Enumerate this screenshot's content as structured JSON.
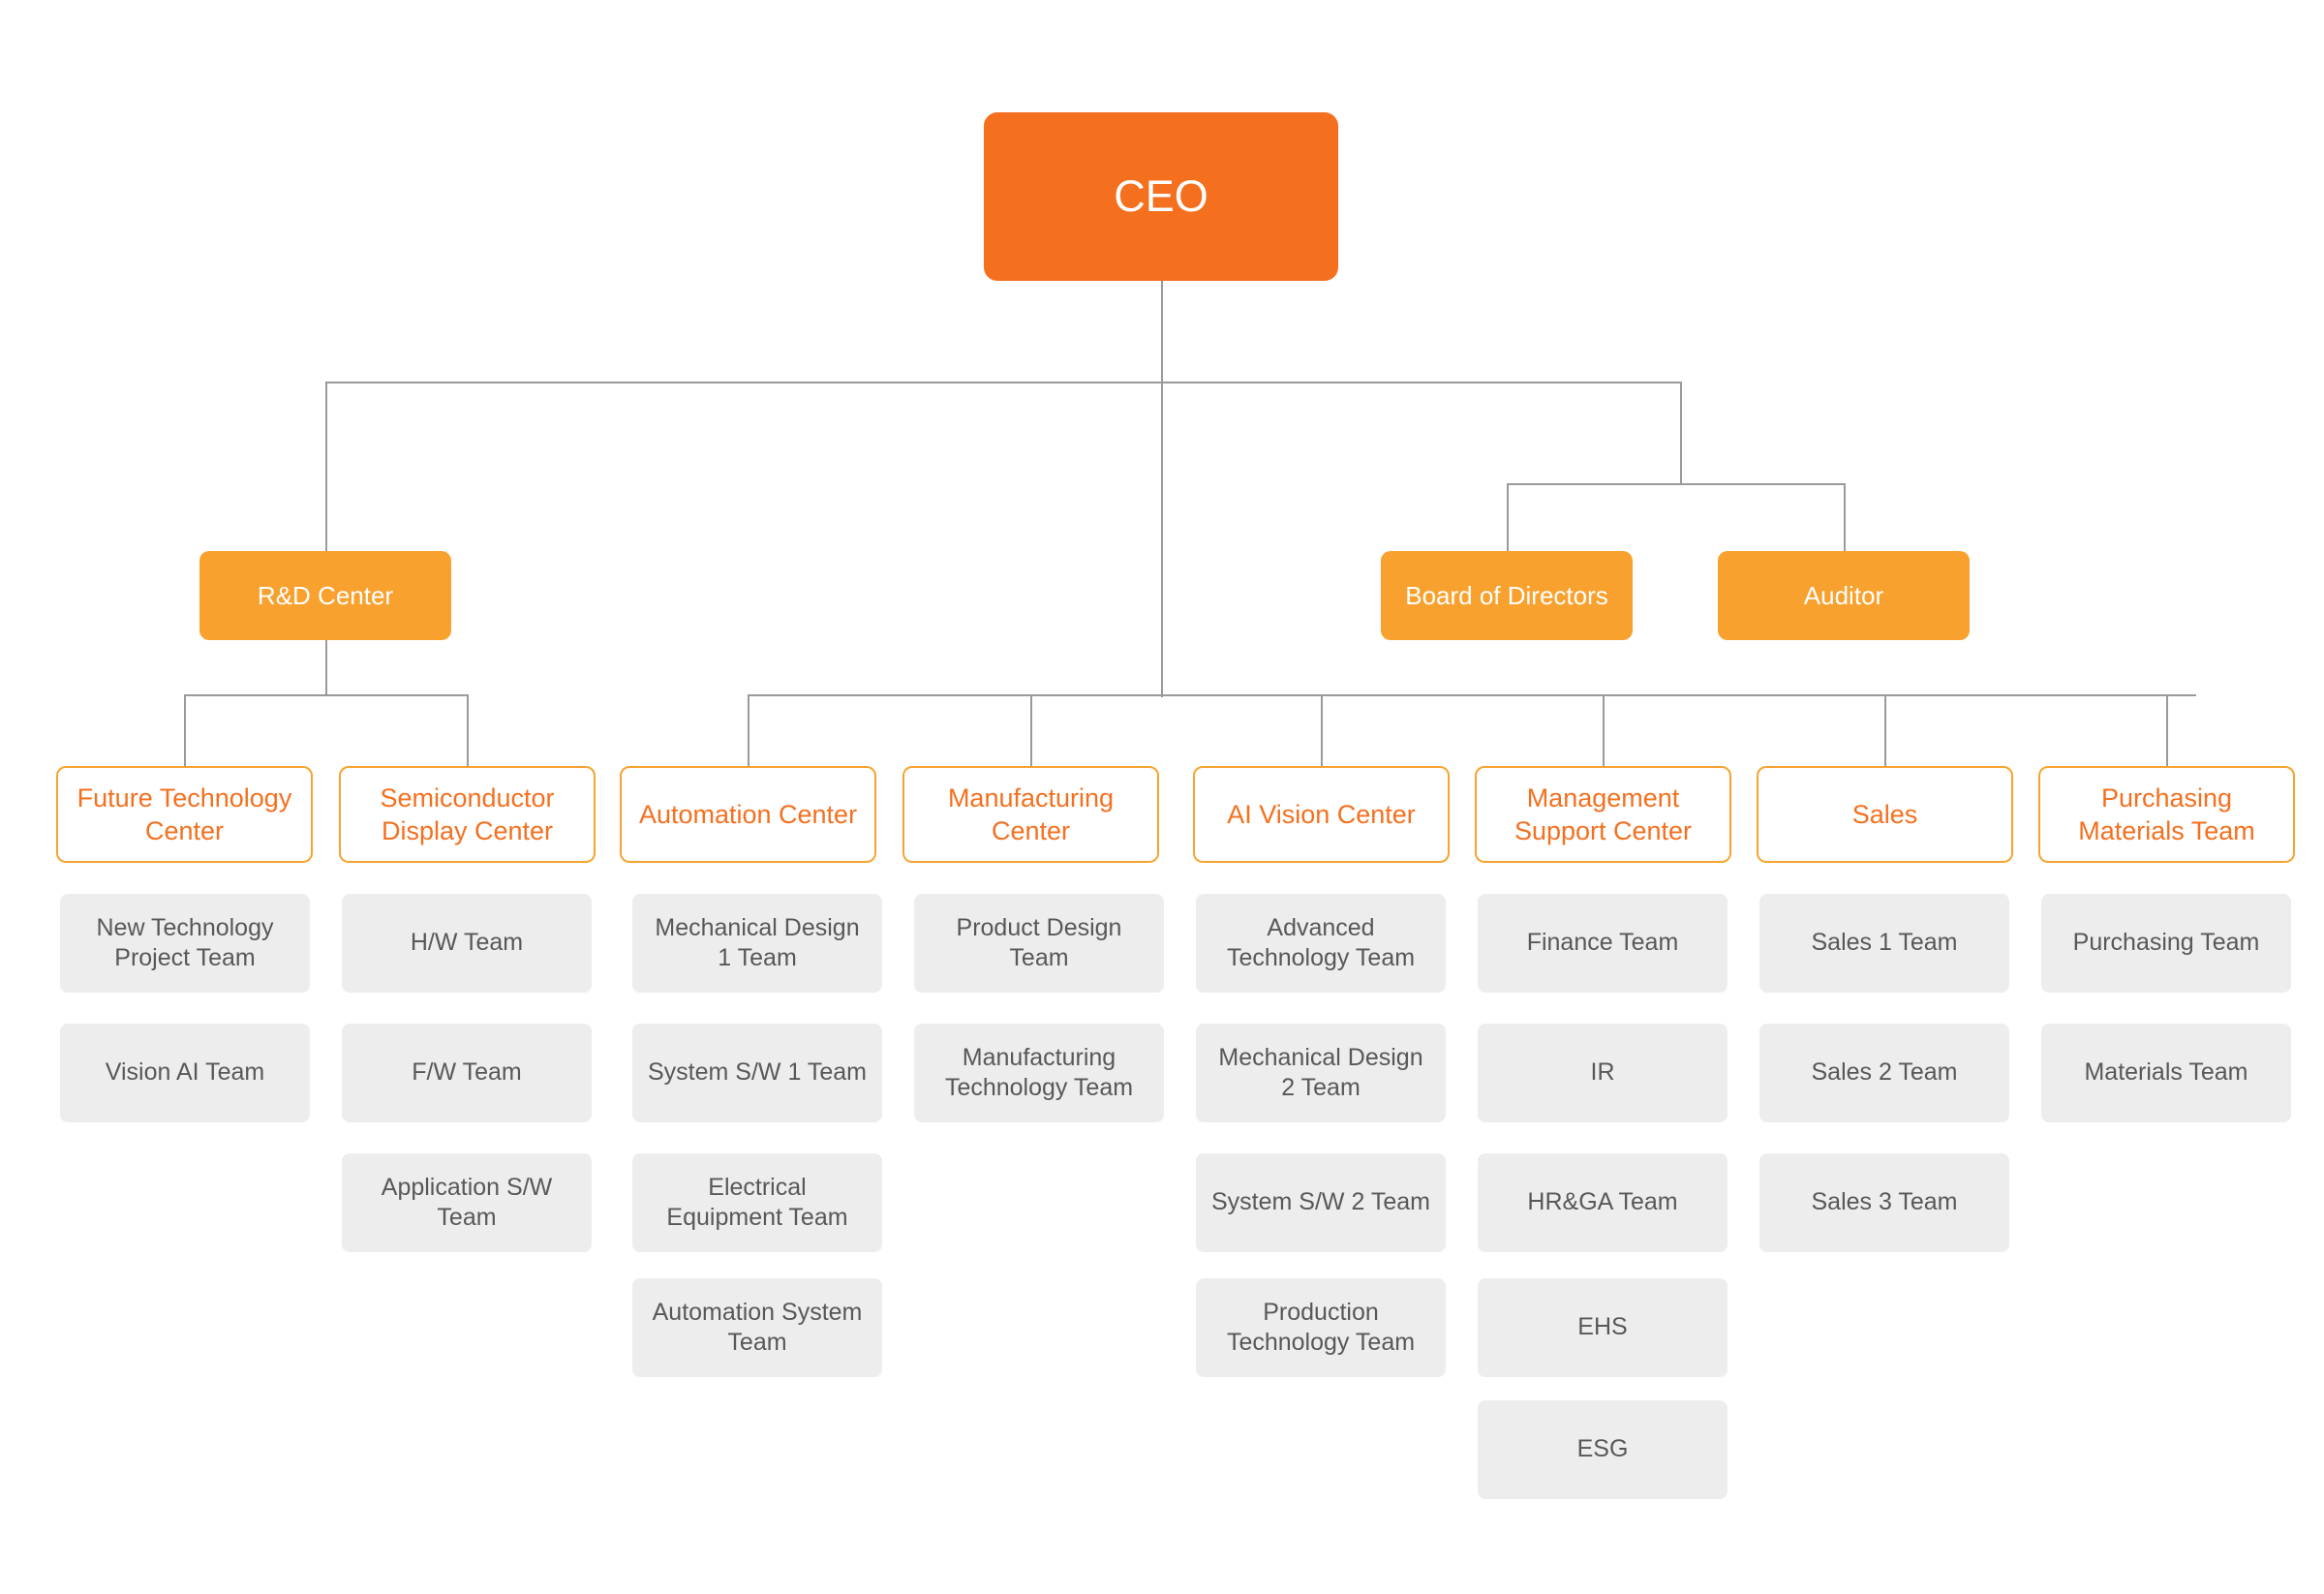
{
  "colors": {
    "ceo_fill": "#f4701f",
    "exec_fill": "#f9a12e",
    "center_border": "#f6a430",
    "center_text": "#f4701f",
    "team_fill": "#ededed",
    "team_text": "#585858",
    "line": "#9a9a9a",
    "background": "#ffffff"
  },
  "chart_data": {
    "type": "diagram",
    "title": "Organization Chart",
    "root": "CEO",
    "levels": [
      "CEO",
      "Executive",
      "Center",
      "Team"
    ]
  },
  "root": {
    "label": "CEO"
  },
  "executives": [
    {
      "label": "R&D Center"
    },
    {
      "label": "Board of Directors"
    },
    {
      "label": "Auditor"
    }
  ],
  "centers": [
    {
      "label": "Future Technology\nCenter",
      "teams": [
        {
          "label": "New Technology\nProject Team"
        },
        {
          "label": "Vision AI Team"
        }
      ]
    },
    {
      "label": "Semiconductor\nDisplay Center",
      "teams": [
        {
          "label": "H/W Team"
        },
        {
          "label": "F/W Team"
        },
        {
          "label": "Application S/W\nTeam"
        }
      ]
    },
    {
      "label": "Automation Center",
      "teams": [
        {
          "label": "Mechanical Design\n1 Team"
        },
        {
          "label": "System S/W 1 Team"
        },
        {
          "label": "Electrical\nEquipment Team"
        },
        {
          "label": "Automation System\nTeam"
        }
      ]
    },
    {
      "label": "Manufacturing\nCenter",
      "teams": [
        {
          "label": "Product Design\nTeam"
        },
        {
          "label": "Manufacturing\nTechnology Team"
        }
      ]
    },
    {
      "label": "AI Vision Center",
      "teams": [
        {
          "label": "Advanced\nTechnology Team"
        },
        {
          "label": "Mechanical Design\n2 Team"
        },
        {
          "label": "System S/W 2 Team"
        },
        {
          "label": "Production\nTechnology Team"
        }
      ]
    },
    {
      "label": "Management\nSupport Center",
      "teams": [
        {
          "label": "Finance Team"
        },
        {
          "label": "IR"
        },
        {
          "label": "HR&GA Team"
        },
        {
          "label": "EHS"
        },
        {
          "label": "ESG"
        }
      ]
    },
    {
      "label": "Sales",
      "teams": [
        {
          "label": "Sales 1 Team"
        },
        {
          "label": "Sales 2 Team"
        },
        {
          "label": "Sales 3 Team"
        }
      ]
    },
    {
      "label": "Purchasing\nMaterials Team",
      "teams": [
        {
          "label": "Purchasing Team"
        },
        {
          "label": "Materials Team"
        }
      ]
    }
  ]
}
